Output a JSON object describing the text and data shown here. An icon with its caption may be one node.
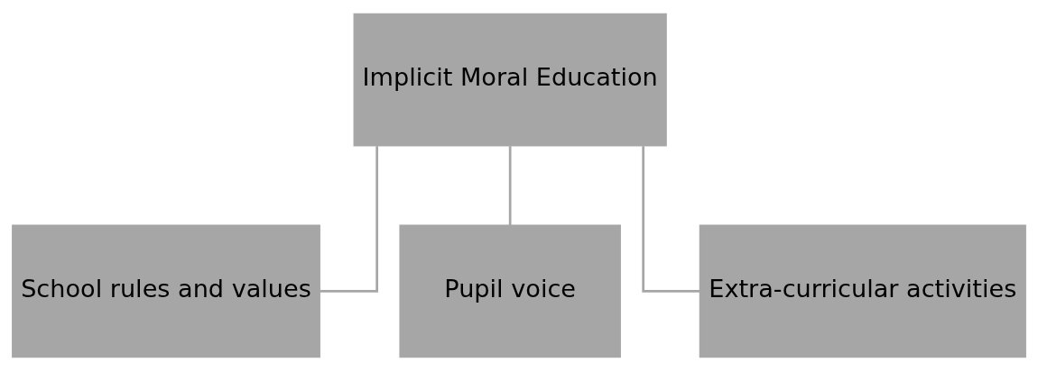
{
  "diagram": {
    "nodes": [
      {
        "text": [
          "Implicit Moral Education"
        ]
      },
      {
        "text": [
          "School rules and values"
        ]
      },
      {
        "text": [
          "Pupil voice"
        ]
      },
      {
        "text": [
          "Extra-curricular activities"
        ]
      }
    ],
    "edges": [
      {
        "from": 0,
        "to": 1,
        "arrow": "none"
      },
      {
        "from": 0,
        "to": 2,
        "arrow": "none"
      },
      {
        "from": 0,
        "to": 3,
        "arrow": "none"
      }
    ]
  }
}
